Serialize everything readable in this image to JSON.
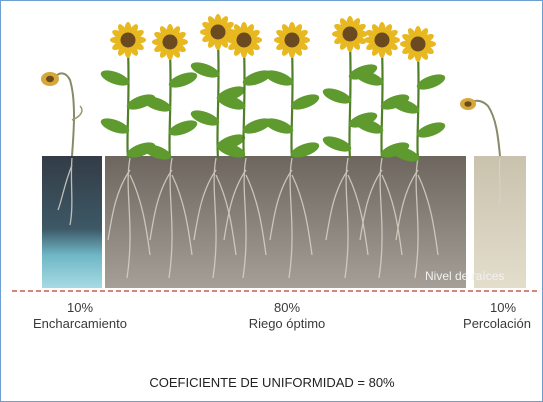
{
  "root_level_label": "Nivel de raíces",
  "zones": [
    {
      "key": "left",
      "percent": "10%",
      "label": "Encharcamiento"
    },
    {
      "key": "center",
      "percent": "80%",
      "label": "Riego óptimo"
    },
    {
      "key": "right",
      "percent": "10%",
      "label": "Percolación"
    }
  ],
  "caption": "COEFICIENTE DE UNIFORMIDAD = 80%",
  "colors": {
    "frame": "#6f9fd0",
    "soil": "#8b857d",
    "wet_soil": "#3b4652",
    "water": "#7ec9d8",
    "dry_soil": "#d9d2bf",
    "root_line": "#c0392b",
    "petal": "#e8b820",
    "leaf": "#5f9a2e"
  }
}
